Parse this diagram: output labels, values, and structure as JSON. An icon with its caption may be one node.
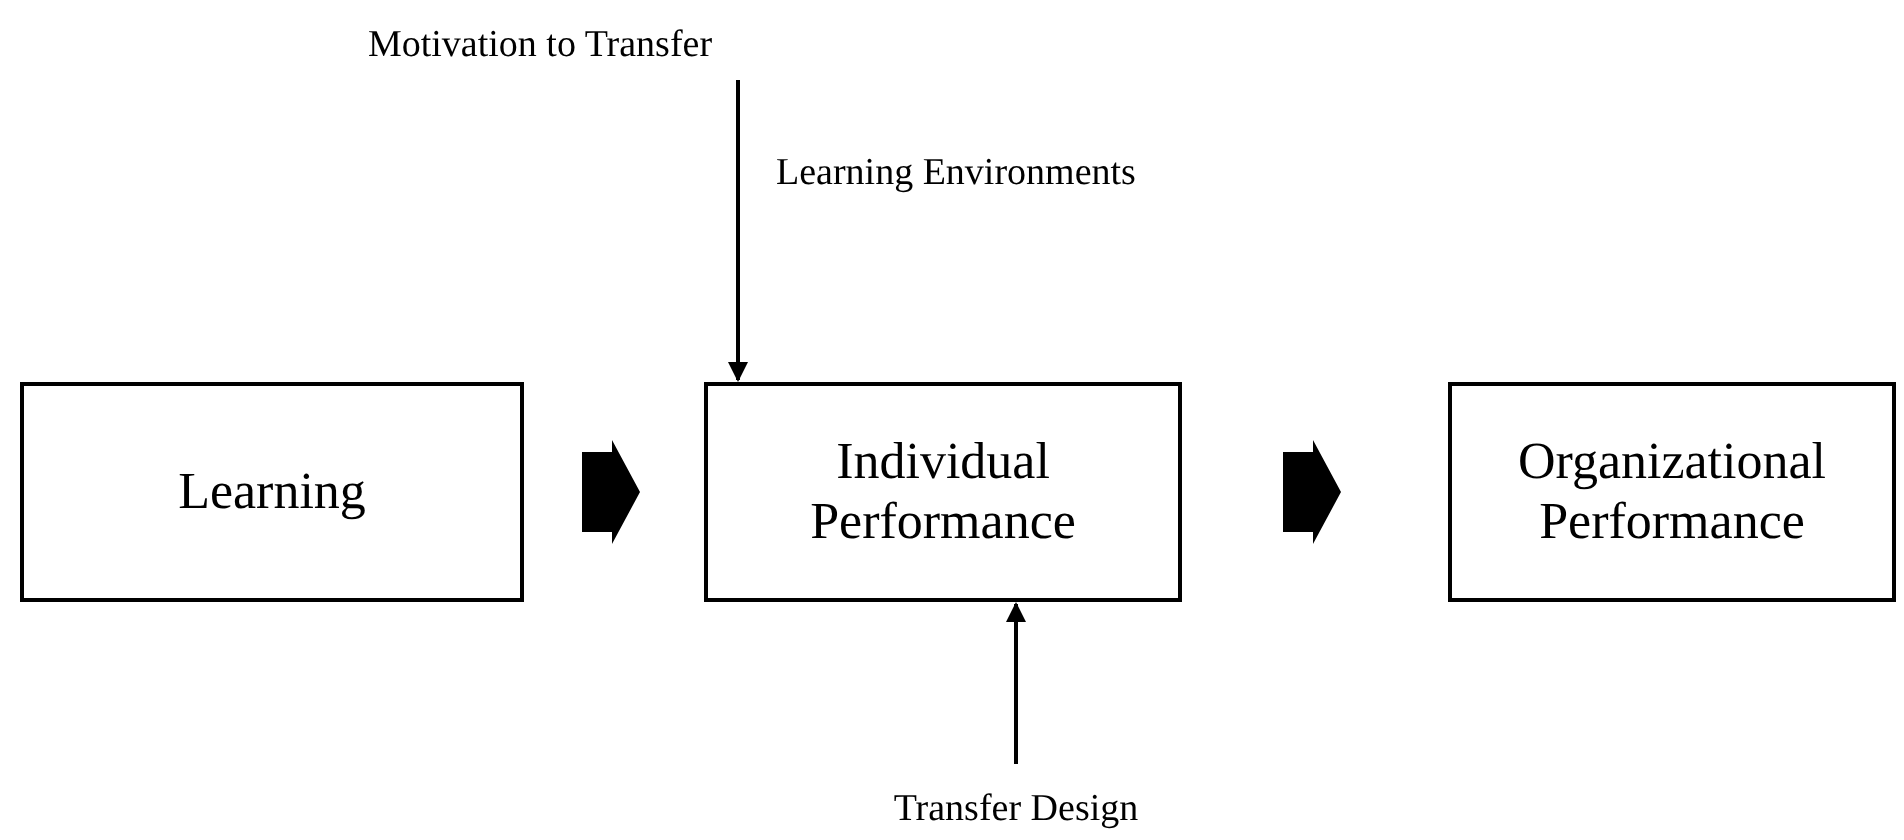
{
  "diagram": {
    "nodes": [
      {
        "text": [
          "Learning"
        ]
      },
      {
        "text": [
          "Individual Performance"
        ]
      },
      {
        "text": [
          "Organizational Performance"
        ]
      },
      {
        "text": [
          "Motivation to Transfer"
        ]
      },
      {
        "text": [
          "Transfer Design"
        ]
      }
    ],
    "edges": [
      {
        "from": 0,
        "to": 1,
        "arrow": "to",
        "style": "thick"
      },
      {
        "from": 1,
        "to": 2,
        "arrow": "to",
        "style": "thick"
      },
      {
        "from": 3,
        "to": 1,
        "arrow": "to"
      },
      {
        "from": 4,
        "to": 1,
        "arrow": "to"
      }
    ],
    "labels": [
      "Learning Environments"
    ]
  }
}
